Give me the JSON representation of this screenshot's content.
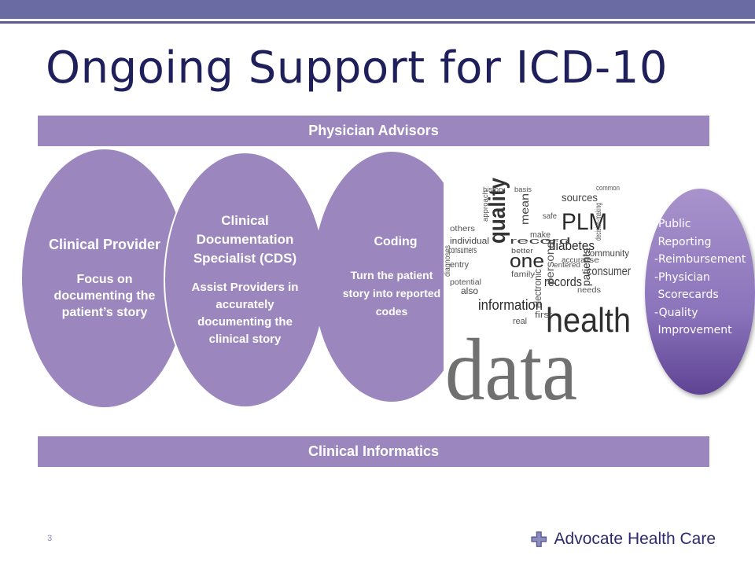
{
  "slide": {
    "title": "Ongoing Support for ICD-10",
    "page_number": "3"
  },
  "bands": {
    "top": "Physician Advisors",
    "bottom": "Clinical Informatics"
  },
  "ovals": [
    {
      "heading": "Clinical Provider",
      "body": "Focus on documenting the patient’s story"
    },
    {
      "heading": "Clinical Documentation Specialist (CDS)",
      "body": "Assist Providers in accurately documenting the clinical story"
    },
    {
      "heading": "Coding",
      "body": "Turn the patient story into reported codes"
    }
  ],
  "word_cloud": {
    "words": [
      "data",
      "health",
      "quality",
      "PLM",
      "one",
      "diabetes",
      "records",
      "information",
      "patients",
      "consumer",
      "community",
      "personal",
      "sources",
      "mean",
      "record",
      "decision-making",
      "electronic",
      "consumers",
      "family",
      "individual",
      "diagnoses",
      "first",
      "real",
      "also",
      "entry",
      "potential",
      "safe",
      "make",
      "use",
      "needs",
      "accurate",
      "common",
      "history",
      "basis",
      "others",
      "entered",
      "better",
      "approach"
    ]
  },
  "outcomes": {
    "items": [
      "-Public",
      " Reporting",
      "-Reimbursement",
      "-Physician",
      " Scorecards",
      "-Quality",
      " Improvement"
    ]
  },
  "logo": {
    "text": "Advocate Health Care",
    "icon": "cross-icon",
    "color": "#2d2a6e"
  },
  "colors": {
    "accent": "#9b86bd",
    "title": "#1f1f5c",
    "bar": "#6b6ba3"
  }
}
